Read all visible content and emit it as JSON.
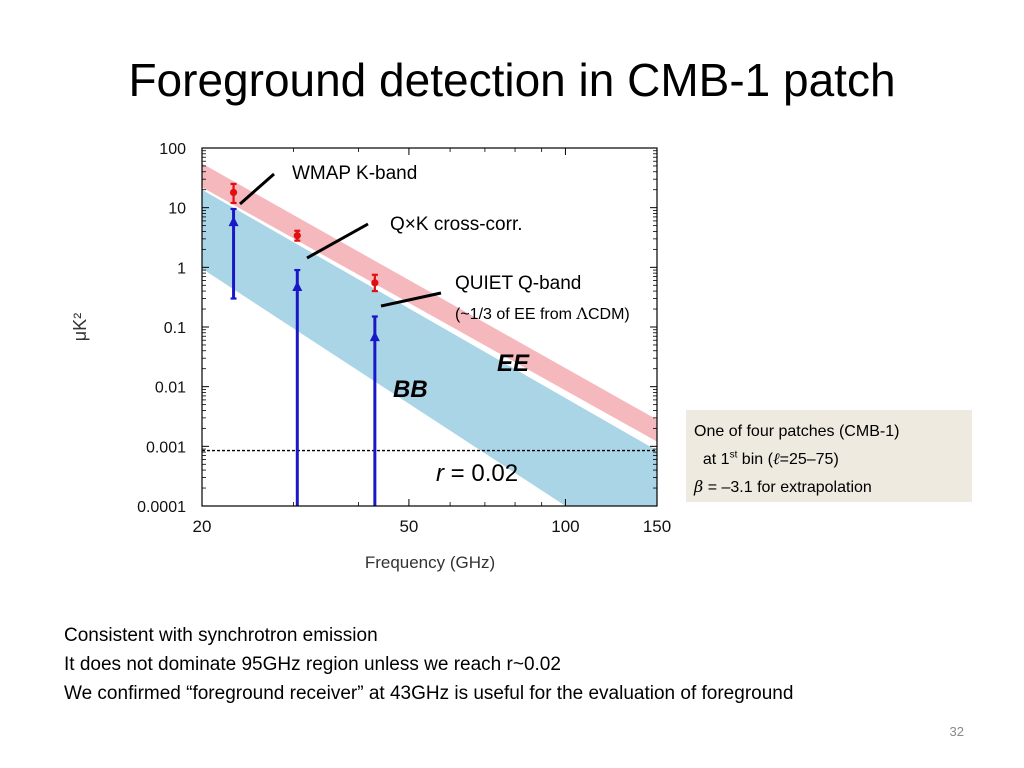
{
  "slide": {
    "title": "Foreground detection in CMB-1 patch",
    "slide_number": "32",
    "bullets": [
      "Consistent with synchrotron emission",
      "It does not dominate 95GHz region unless we reach r~0.02",
      "We confirmed “foreground receiver” at 43GHz is useful for the evaluation of foreground"
    ],
    "info_box": {
      "line1": "One of four patches (CMB-1)",
      "line2_pre": "at 1",
      "line2_sup": "st",
      "line2_mid": " bin (",
      "line2_ell": "ℓ",
      "line2_post": "=25–75)",
      "line3_beta": "β",
      "line3_post": " = –3.1 for extrapolation"
    }
  },
  "chart_data": {
    "type": "scatter",
    "xlabel": "Frequency (GHz)",
    "ylabel": "μK²",
    "xscale": "log",
    "yscale": "log",
    "xlim": [
      20,
      150
    ],
    "ylim": [
      0.0001,
      100
    ],
    "x_ticks": [
      20,
      50,
      100,
      150
    ],
    "x_tick_labels": [
      "20",
      "50",
      "100",
      "150"
    ],
    "y_ticks": [
      0.0001,
      0.001,
      0.01,
      0.1,
      1,
      10,
      100
    ],
    "y_tick_labels": [
      "0.0001",
      "0.001",
      "0.01",
      "0.1",
      "1",
      "10",
      "100"
    ],
    "bands": [
      {
        "name": "EE",
        "color": "#f5b8bd",
        "x": [
          20,
          150
        ],
        "y_low": [
          22,
          0.0012
        ],
        "y_high": [
          55,
          0.0028
        ]
      },
      {
        "name": "BB",
        "color": "#a9d5e6",
        "x": [
          20,
          150
        ],
        "y_low": [
          0.95,
          1e-05
        ],
        "y_high": [
          20,
          0.00085
        ]
      }
    ],
    "reference_line": {
      "label_prefix": "r",
      "label_suffix": " = 0.02",
      "y": 0.00085,
      "style": "dashed"
    },
    "series": [
      {
        "name": "EE",
        "color": "#e01010",
        "points": [
          {
            "x": 23,
            "y": 18,
            "y_low": 12,
            "y_high": 25
          },
          {
            "x": 30.5,
            "y": 3.4,
            "y_low": 2.8,
            "y_high": 4.1
          },
          {
            "x": 43,
            "y": 0.55,
            "y_low": 0.4,
            "y_high": 0.75
          }
        ]
      },
      {
        "name": "BB",
        "color": "#1818c8",
        "points": [
          {
            "x": 23,
            "y": 5.5,
            "y_low": 0.3,
            "y_high": 9.5
          },
          {
            "x": 30.5,
            "y": 0.45,
            "y_low": 0.0001,
            "y_high": 0.9
          },
          {
            "x": 43,
            "y": 0.065,
            "y_low": 0.0001,
            "y_high": 0.15
          }
        ]
      }
    ],
    "annotations": [
      {
        "text": "WMAP K-band",
        "target_x": 23,
        "target_y": 11
      },
      {
        "text": "Q×K cross-corr.",
        "target_x": 30.5,
        "target_y": 1.6
      },
      {
        "text": "QUIET Q-band",
        "target_x": 43,
        "target_y": 0.25
      },
      {
        "text_pre": "(~1/3 of EE from ",
        "text_sym": "Λ",
        "text_post": "CDM)"
      }
    ],
    "band_labels": [
      {
        "text": "EE",
        "x": 80,
        "y": 0.06
      },
      {
        "text": "BB",
        "x": 38,
        "y": 0.005
      }
    ]
  }
}
